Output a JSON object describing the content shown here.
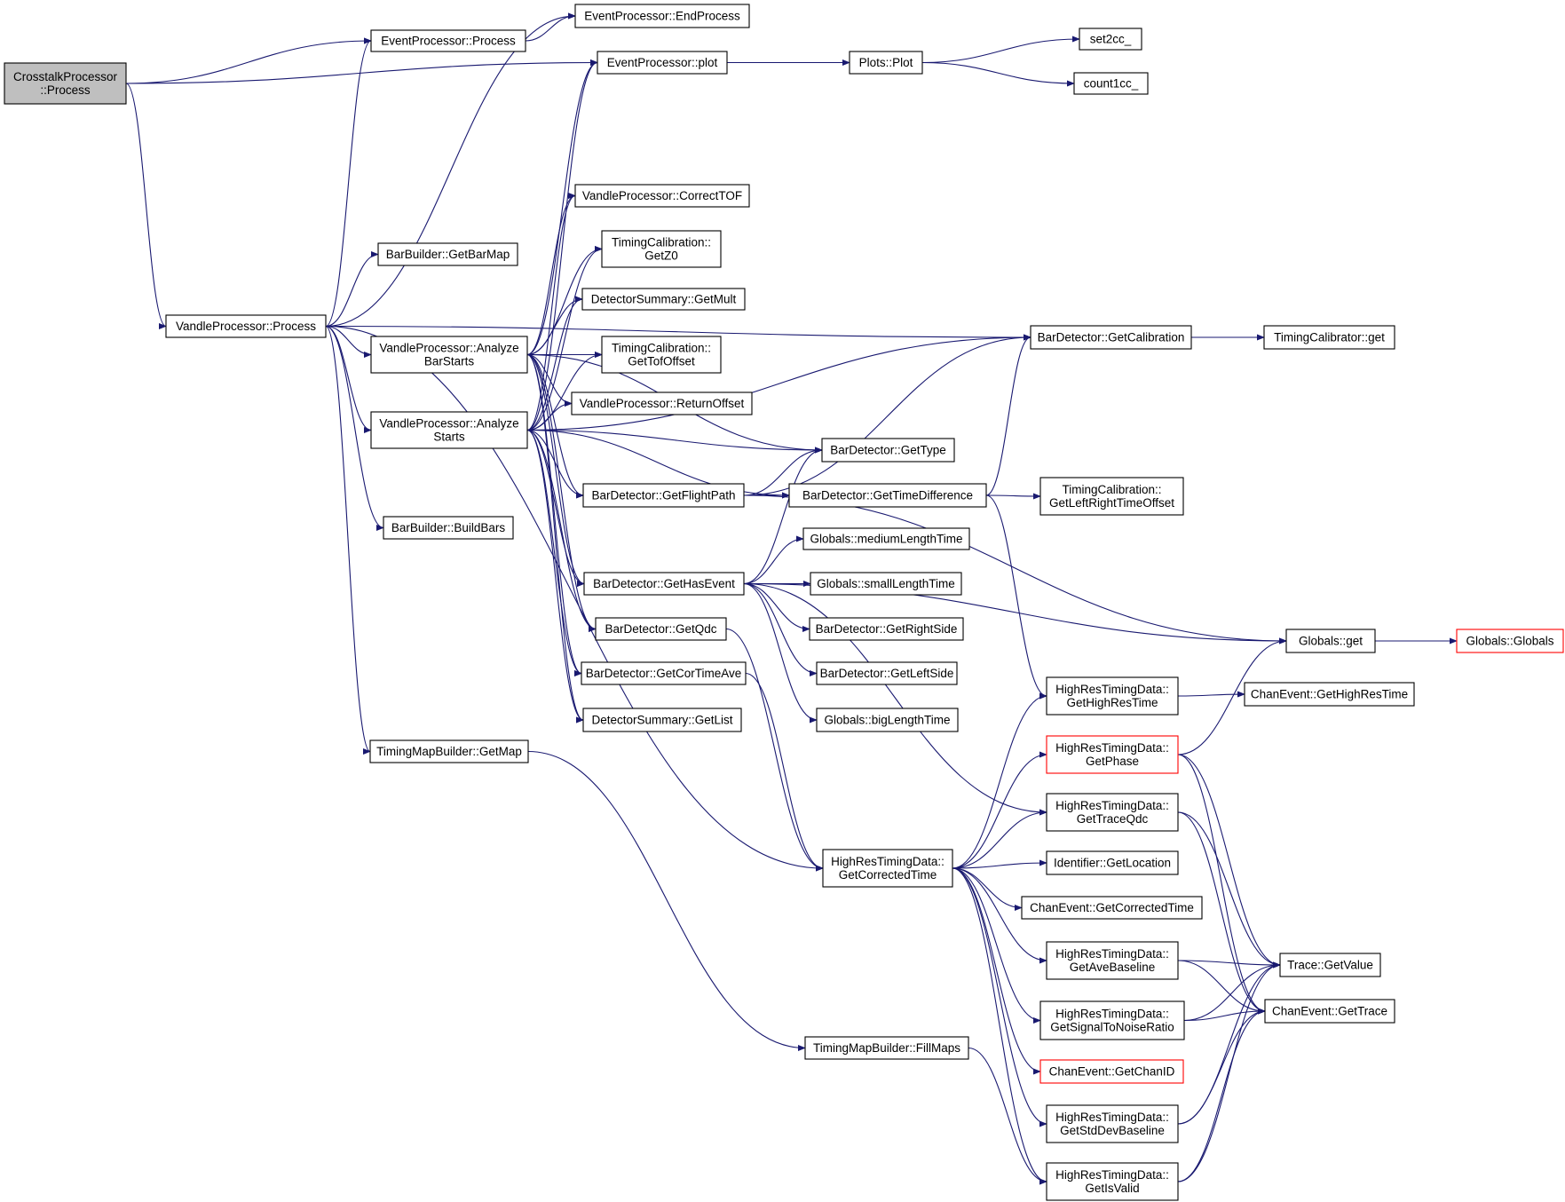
{
  "colors": {
    "edge": "#191970",
    "box_stroke": "#000000",
    "box_fill": "#ffffff",
    "root_fill": "#bfbfbf",
    "truncated_stroke": "#ff0000",
    "text": "#000000"
  },
  "nodes": [
    {
      "id": "crosstalk_process",
      "lines": [
        "CrosstalkProcessor",
        "::Process"
      ],
      "variant": "root"
    },
    {
      "id": "eventprocessor_process",
      "lines": [
        "EventProcessor::Process"
      ]
    },
    {
      "id": "eventprocessor_endprocess",
      "lines": [
        "EventProcessor::EndProcess"
      ]
    },
    {
      "id": "eventprocessor_plot",
      "lines": [
        "EventProcessor::plot"
      ]
    },
    {
      "id": "plots_plot",
      "lines": [
        "Plots::Plot"
      ]
    },
    {
      "id": "set2cc",
      "lines": [
        "set2cc_"
      ]
    },
    {
      "id": "count1cc",
      "lines": [
        "count1cc_"
      ]
    },
    {
      "id": "vandle_correcttof",
      "lines": [
        "VandleProcessor::CorrectTOF"
      ]
    },
    {
      "id": "timingcal_getz0",
      "lines": [
        "TimingCalibration::",
        "GetZ0"
      ]
    },
    {
      "id": "barbuilder_getbarmap",
      "lines": [
        "BarBuilder::GetBarMap"
      ]
    },
    {
      "id": "detsummary_getmult",
      "lines": [
        "DetectorSummary::GetMult"
      ]
    },
    {
      "id": "vandle_process",
      "lines": [
        "VandleProcessor::Process"
      ]
    },
    {
      "id": "vandle_analyzebarstarts",
      "lines": [
        "VandleProcessor::Analyze",
        "BarStarts"
      ]
    },
    {
      "id": "timingcal_gettofoffset",
      "lines": [
        "TimingCalibration::",
        "GetTofOffset"
      ]
    },
    {
      "id": "bardetector_getcalibration",
      "lines": [
        "BarDetector::GetCalibration"
      ]
    },
    {
      "id": "timingcalibrator_get",
      "lines": [
        "TimingCalibrator::get"
      ]
    },
    {
      "id": "vandle_returnoffset",
      "lines": [
        "VandleProcessor::ReturnOffset"
      ]
    },
    {
      "id": "vandle_analyzestarts",
      "lines": [
        "VandleProcessor::Analyze",
        "Starts"
      ]
    },
    {
      "id": "bardetector_gettype",
      "lines": [
        "BarDetector::GetType"
      ]
    },
    {
      "id": "bardetector_getflightpath",
      "lines": [
        "BarDetector::GetFlightPath"
      ]
    },
    {
      "id": "bardetector_gettimedifference",
      "lines": [
        "BarDetector::GetTimeDifference"
      ]
    },
    {
      "id": "timingcal_getleftright",
      "lines": [
        "TimingCalibration::",
        "GetLeftRightTimeOffset"
      ]
    },
    {
      "id": "barbuilder_buildbars",
      "lines": [
        "BarBuilder::BuildBars"
      ]
    },
    {
      "id": "globals_medium",
      "lines": [
        "Globals::mediumLengthTime"
      ]
    },
    {
      "id": "bardetector_gethasevent",
      "lines": [
        "BarDetector::GetHasEvent"
      ]
    },
    {
      "id": "globals_small",
      "lines": [
        "Globals::smallLengthTime"
      ]
    },
    {
      "id": "bardetector_getrightside",
      "lines": [
        "BarDetector::GetRightSide"
      ]
    },
    {
      "id": "bardetector_getqdc",
      "lines": [
        "BarDetector::GetQdc"
      ]
    },
    {
      "id": "globals_get",
      "lines": [
        "Globals::get"
      ]
    },
    {
      "id": "globals_globals",
      "lines": [
        "Globals::Globals"
      ],
      "variant": "truncated"
    },
    {
      "id": "bardetector_getleftside",
      "lines": [
        "BarDetector::GetLeftSide"
      ]
    },
    {
      "id": "bardetector_getcortimeave",
      "lines": [
        "BarDetector::GetCorTimeAve"
      ]
    },
    {
      "id": "hrtd_gethighrestime",
      "lines": [
        "HighResTimingData::",
        "GetHighResTime"
      ]
    },
    {
      "id": "chanevent_gethighrestime",
      "lines": [
        "ChanEvent::GetHighResTime"
      ]
    },
    {
      "id": "detsummary_getlist",
      "lines": [
        "DetectorSummary::GetList"
      ]
    },
    {
      "id": "globals_big",
      "lines": [
        "Globals::bigLengthTime"
      ]
    },
    {
      "id": "timingmapbuilder_getmap",
      "lines": [
        "TimingMapBuilder::GetMap"
      ]
    },
    {
      "id": "hrtd_getphase",
      "lines": [
        "HighResTimingData::",
        "GetPhase"
      ],
      "variant": "truncated"
    },
    {
      "id": "hrtd_gettraceqdc",
      "lines": [
        "HighResTimingData::",
        "GetTraceQdc"
      ]
    },
    {
      "id": "hrtd_getcorrectedtime",
      "lines": [
        "HighResTimingData::",
        "GetCorrectedTime"
      ]
    },
    {
      "id": "identifier_getlocation",
      "lines": [
        "Identifier::GetLocation"
      ]
    },
    {
      "id": "chanevent_getcorrectedtime",
      "lines": [
        "ChanEvent::GetCorrectedTime"
      ]
    },
    {
      "id": "hrtd_getavebaseline",
      "lines": [
        "HighResTimingData::",
        "GetAveBaseline"
      ]
    },
    {
      "id": "trace_getvalue",
      "lines": [
        "Trace::GetValue"
      ]
    },
    {
      "id": "hrtd_getsnr",
      "lines": [
        "HighResTimingData::",
        "GetSignalToNoiseRatio"
      ]
    },
    {
      "id": "chanevent_gettrace",
      "lines": [
        "ChanEvent::GetTrace"
      ]
    },
    {
      "id": "timingmapbuilder_fillmaps",
      "lines": [
        "TimingMapBuilder::FillMaps"
      ]
    },
    {
      "id": "chanevent_getchanid",
      "lines": [
        "ChanEvent::GetChanID"
      ],
      "variant": "truncated"
    },
    {
      "id": "hrtd_getstddevbaseline",
      "lines": [
        "HighResTimingData::",
        "GetStdDevBaseline"
      ]
    },
    {
      "id": "hrtd_getisvalid",
      "lines": [
        "HighResTimingData::",
        "GetIsValid"
      ]
    }
  ],
  "edges": [
    [
      "crosstalk_process",
      "eventprocessor_process"
    ],
    [
      "crosstalk_process",
      "eventprocessor_plot"
    ],
    [
      "crosstalk_process",
      "vandle_process"
    ],
    [
      "eventprocessor_process",
      "eventprocessor_endprocess"
    ],
    [
      "eventprocessor_plot",
      "plots_plot"
    ],
    [
      "plots_plot",
      "set2cc"
    ],
    [
      "plots_plot",
      "count1cc"
    ],
    [
      "vandle_process",
      "eventprocessor_process"
    ],
    [
      "vandle_process",
      "eventprocessor_endprocess"
    ],
    [
      "vandle_process",
      "barbuilder_getbarmap"
    ],
    [
      "vandle_process",
      "bardetector_getcalibration"
    ],
    [
      "vandle_process",
      "vandle_analyzebarstarts"
    ],
    [
      "vandle_process",
      "vandle_analyzestarts"
    ],
    [
      "vandle_process",
      "barbuilder_buildbars"
    ],
    [
      "vandle_process",
      "timingmapbuilder_getmap"
    ],
    [
      "vandle_process",
      "hrtd_getcorrectedtime"
    ],
    [
      "vandle_analyzebarstarts",
      "eventprocessor_plot"
    ],
    [
      "vandle_analyzebarstarts",
      "vandle_correcttof"
    ],
    [
      "vandle_analyzebarstarts",
      "timingcal_getz0"
    ],
    [
      "vandle_analyzebarstarts",
      "detsummary_getmult"
    ],
    [
      "vandle_analyzebarstarts",
      "timingcal_gettofoffset"
    ],
    [
      "vandle_analyzebarstarts",
      "vandle_returnoffset"
    ],
    [
      "vandle_analyzebarstarts",
      "bardetector_gettype"
    ],
    [
      "vandle_analyzebarstarts",
      "bardetector_getflightpath"
    ],
    [
      "vandle_analyzebarstarts",
      "bardetector_gethasevent"
    ],
    [
      "vandle_analyzebarstarts",
      "bardetector_getqdc"
    ],
    [
      "vandle_analyzebarstarts",
      "bardetector_getcortimeave"
    ],
    [
      "vandle_analyzebarstarts",
      "detsummary_getlist"
    ],
    [
      "vandle_analyzestarts",
      "eventprocessor_plot"
    ],
    [
      "vandle_analyzestarts",
      "vandle_correcttof"
    ],
    [
      "vandle_analyzestarts",
      "timingcal_getz0"
    ],
    [
      "vandle_analyzestarts",
      "detsummary_getmult"
    ],
    [
      "vandle_analyzestarts",
      "timingcal_gettofoffset"
    ],
    [
      "vandle_analyzestarts",
      "vandle_returnoffset"
    ],
    [
      "vandle_analyzestarts",
      "bardetector_gettype"
    ],
    [
      "vandle_analyzestarts",
      "bardetector_getcalibration"
    ],
    [
      "vandle_analyzestarts",
      "bardetector_getflightpath"
    ],
    [
      "vandle_analyzestarts",
      "bardetector_gethasevent"
    ],
    [
      "vandle_analyzestarts",
      "bardetector_getqdc"
    ],
    [
      "vandle_analyzestarts",
      "bardetector_getcortimeave"
    ],
    [
      "vandle_analyzestarts",
      "detsummary_getlist"
    ],
    [
      "vandle_analyzestarts",
      "bardetector_gettimedifference"
    ],
    [
      "bardetector_getflightpath",
      "bardetector_gettype"
    ],
    [
      "bardetector_getflightpath",
      "bardetector_gettimedifference"
    ],
    [
      "bardetector_getflightpath",
      "globals_get"
    ],
    [
      "bardetector_getflightpath",
      "bardetector_getcalibration"
    ],
    [
      "bardetector_gettimedifference",
      "bardetector_getcalibration"
    ],
    [
      "bardetector_gettimedifference",
      "timingcal_getleftright"
    ],
    [
      "bardetector_gettimedifference",
      "hrtd_gethighrestime"
    ],
    [
      "bardetector_getcalibration",
      "timingcalibrator_get"
    ],
    [
      "bardetector_gethasevent",
      "bardetector_gettype"
    ],
    [
      "bardetector_gethasevent",
      "globals_medium"
    ],
    [
      "bardetector_gethasevent",
      "globals_small"
    ],
    [
      "bardetector_gethasevent",
      "bardetector_getrightside"
    ],
    [
      "bardetector_gethasevent",
      "bardetector_getleftside"
    ],
    [
      "bardetector_gethasevent",
      "globals_big"
    ],
    [
      "bardetector_gethasevent",
      "globals_get"
    ],
    [
      "bardetector_gethasevent",
      "hrtd_gettraceqdc"
    ],
    [
      "bardetector_getqdc",
      "hrtd_getcorrectedtime"
    ],
    [
      "bardetector_getcortimeave",
      "hrtd_getcorrectedtime"
    ],
    [
      "globals_get",
      "globals_globals"
    ],
    [
      "hrtd_gethighrestime",
      "chanevent_gethighrestime"
    ],
    [
      "hrtd_getphase",
      "globals_get"
    ],
    [
      "hrtd_getphase",
      "trace_getvalue"
    ],
    [
      "hrtd_getphase",
      "chanevent_gettrace"
    ],
    [
      "hrtd_gettraceqdc",
      "trace_getvalue"
    ],
    [
      "hrtd_gettraceqdc",
      "chanevent_gettrace"
    ],
    [
      "hrtd_getcorrectedtime",
      "hrtd_gethighrestime"
    ],
    [
      "hrtd_getcorrectedtime",
      "hrtd_getphase"
    ],
    [
      "hrtd_getcorrectedtime",
      "hrtd_gettraceqdc"
    ],
    [
      "hrtd_getcorrectedtime",
      "identifier_getlocation"
    ],
    [
      "hrtd_getcorrectedtime",
      "chanevent_getcorrectedtime"
    ],
    [
      "hrtd_getcorrectedtime",
      "hrtd_getavebaseline"
    ],
    [
      "hrtd_getcorrectedtime",
      "hrtd_getsnr"
    ],
    [
      "hrtd_getcorrectedtime",
      "chanevent_getchanid"
    ],
    [
      "hrtd_getcorrectedtime",
      "hrtd_getstddevbaseline"
    ],
    [
      "hrtd_getcorrectedtime",
      "hrtd_getisvalid"
    ],
    [
      "hrtd_getavebaseline",
      "trace_getvalue"
    ],
    [
      "hrtd_getavebaseline",
      "chanevent_gettrace"
    ],
    [
      "hrtd_getsnr",
      "trace_getvalue"
    ],
    [
      "hrtd_getsnr",
      "chanevent_gettrace"
    ],
    [
      "hrtd_getstddevbaseline",
      "trace_getvalue"
    ],
    [
      "hrtd_getstddevbaseline",
      "chanevent_gettrace"
    ],
    [
      "hrtd_getisvalid",
      "trace_getvalue"
    ],
    [
      "hrtd_getisvalid",
      "chanevent_gettrace"
    ],
    [
      "timingmapbuilder_getmap",
      "timingmapbuilder_fillmaps"
    ],
    [
      "timingmapbuilder_fillmaps",
      "hrtd_getisvalid"
    ]
  ]
}
